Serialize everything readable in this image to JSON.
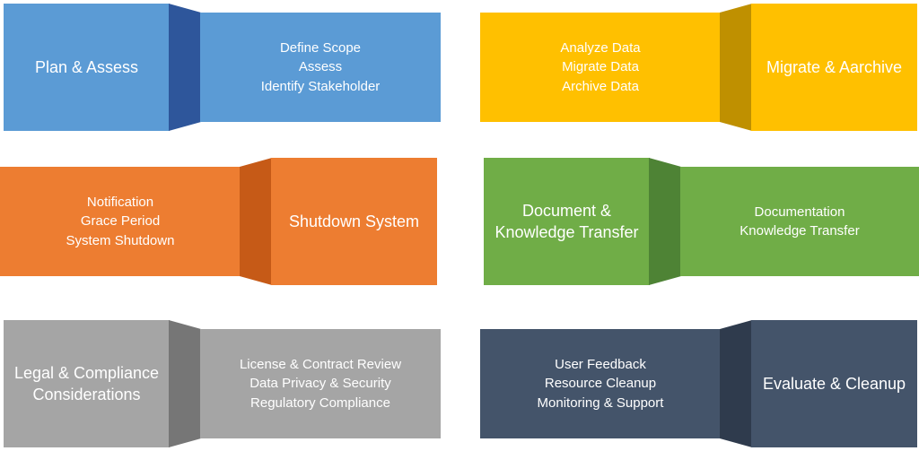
{
  "colors": {
    "blue": "#5B9BD5",
    "blue_fold": "#2E569B",
    "yellow": "#FFC000",
    "yellow_fold": "#BF9000",
    "orange": "#ED7D31",
    "orange_fold": "#C65A17",
    "green": "#70AD47",
    "green_fold": "#4E8335",
    "gray": "#A5A5A5",
    "gray_fold": "#767676",
    "navy": "#44546A",
    "navy_fold": "#2F3B4D"
  },
  "steps": [
    {
      "title_lines": [
        "Plan & Assess"
      ],
      "items": [
        "Define Scope",
        "Assess",
        "Identify Stakeholder"
      ]
    },
    {
      "title_lines": [
        "Migrate & Aarchive"
      ],
      "items": [
        "Analyze Data",
        "Migrate Data",
        "Archive Data"
      ]
    },
    {
      "title_lines": [
        "Shutdown System"
      ],
      "items": [
        "Notification",
        "Grace Period",
        "System Shutdown"
      ]
    },
    {
      "title_lines": [
        "Document &",
        "Knowledge Transfer"
      ],
      "items": [
        "Documentation",
        "Knowledge Transfer"
      ]
    },
    {
      "title_lines": [
        "Legal & Compliance",
        "Considerations"
      ],
      "items": [
        "License & Contract Review",
        "Data Privacy & Security",
        "Regulatory Compliance"
      ]
    },
    {
      "title_lines": [
        "Evaluate & Cleanup"
      ],
      "items": [
        "User Feedback",
        "Resource Cleanup",
        "Monitoring & Support"
      ]
    }
  ]
}
